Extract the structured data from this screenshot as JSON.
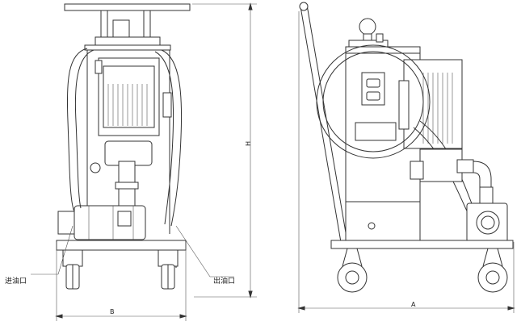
{
  "labels": {
    "inlet": "进油口",
    "outlet": "出油口",
    "dim_height": "H",
    "dim_width_front": "B",
    "dim_length_side": "A"
  },
  "colors": {
    "line": "#333333",
    "background": "#ffffff"
  }
}
